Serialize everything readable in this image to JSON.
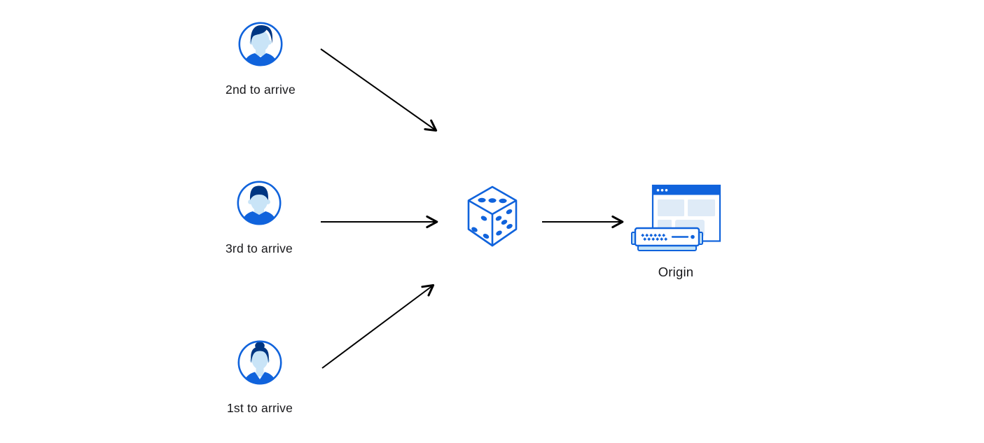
{
  "diagram": {
    "title_hint": "random request order to origin",
    "clients": [
      {
        "id": "second",
        "label": "2nd to arrive",
        "icon": "user-avatar-man-quiff-icon"
      },
      {
        "id": "third",
        "label": "3rd to arrive",
        "icon": "user-avatar-man-flattop-icon"
      },
      {
        "id": "first",
        "label": "1st to arrive",
        "icon": "user-avatar-woman-bun-icon"
      }
    ],
    "randomizer": {
      "icon": "dice-icon"
    },
    "origin": {
      "label": "Origin",
      "icon": "origin-browser-server-icon"
    },
    "arrows": [
      {
        "from": "client-second",
        "to": "dice"
      },
      {
        "from": "client-third",
        "to": "dice"
      },
      {
        "from": "client-first",
        "to": "dice"
      },
      {
        "from": "dice",
        "to": "origin"
      }
    ]
  },
  "colors": {
    "accent-blue": "#1063dc",
    "navy": "#003682",
    "skin-blue": "#c9e4f7",
    "panel-blue": "#dfebf7",
    "light-blue": "#c3e3f7",
    "arrow-black": "#000000",
    "label-text": "#17171a",
    "background": "#ffffff"
  }
}
